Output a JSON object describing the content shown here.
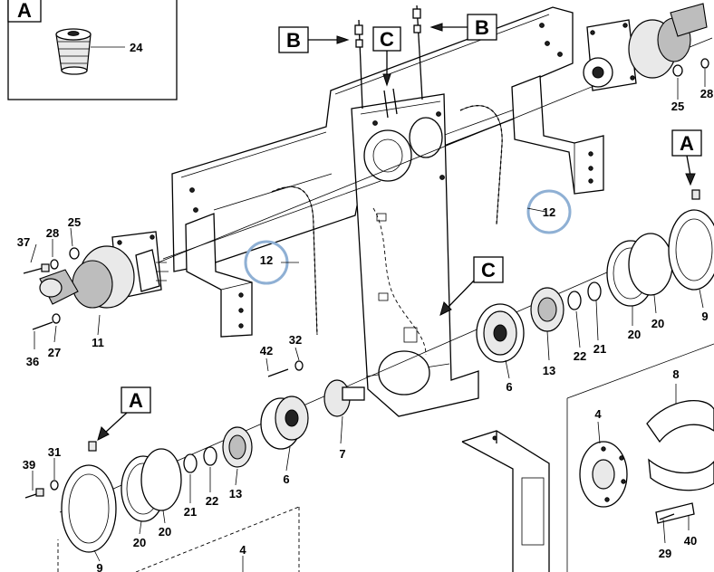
{
  "inset": {
    "letter": "A",
    "part": "24"
  },
  "labels": {
    "a": "A",
    "b": "B",
    "c": "C"
  },
  "parts": {
    "p4": "4",
    "p6": "6",
    "p7": "7",
    "p8": "8",
    "p9": "9",
    "p11": "11",
    "p12": "12",
    "p13": "13",
    "p20": "20",
    "p21": "21",
    "p22": "22",
    "p25": "25",
    "p27": "27",
    "p28": "28",
    "p29": "29",
    "p31": "31",
    "p32": "32",
    "p36": "36",
    "p37": "37",
    "p39": "39",
    "p40": "40",
    "p42": "42"
  }
}
